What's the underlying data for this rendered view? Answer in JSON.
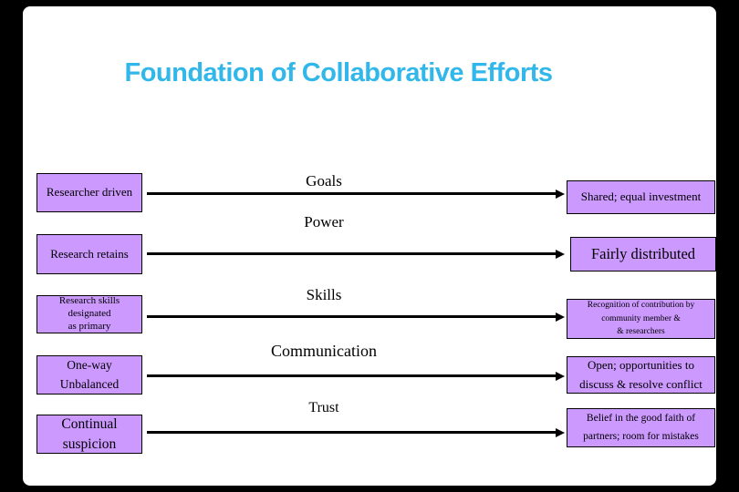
{
  "title": "Foundation of Collaborative Efforts",
  "colors": {
    "title_text": "#31B7EA",
    "box_fill": "#CC99FF",
    "box_border": "#000000",
    "arrow": "#000000",
    "slide_background": "#FFFFFF",
    "screen_frame": "#000000"
  },
  "diagram": {
    "rows": [
      {
        "dimension": "Goals",
        "before": "Researcher driven",
        "after": "Shared; equal investment"
      },
      {
        "dimension": "Power",
        "before": "Research retains",
        "after": "Fairly distributed"
      },
      {
        "dimension": "Skills",
        "before": "Research skills\ndesignated\nas primary",
        "after": "Recognition of contribution by\ncommunity member &\n& researchers"
      },
      {
        "dimension": "Communication",
        "before": "One-way\nUnbalanced",
        "after": "Open; opportunities to\ndiscuss & resolve conflict"
      },
      {
        "dimension": "Trust",
        "before": "Continual\nsuspicion",
        "after": "Belief in the good faith of\npartners; room for mistakes"
      }
    ]
  }
}
